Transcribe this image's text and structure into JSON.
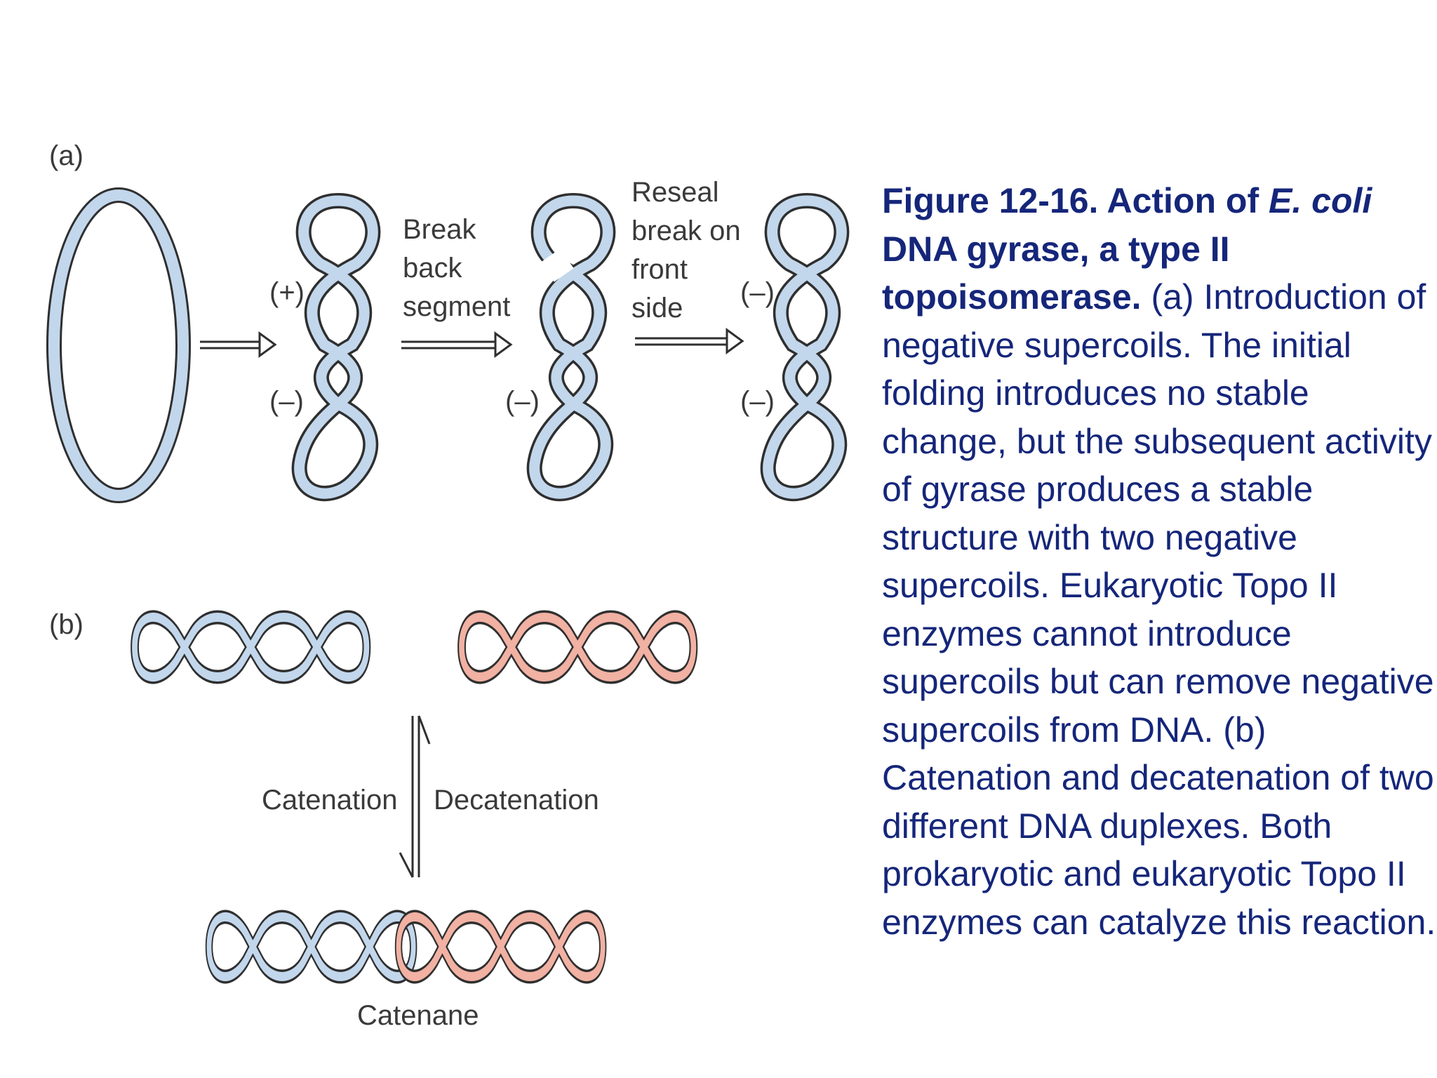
{
  "diagram": {
    "panel_a": {
      "label": "(a)",
      "step1_sign_top": "(+)",
      "step1_sign_bottom": "(–)",
      "step2_label": [
        "Break",
        "back",
        "segment"
      ],
      "step2_sign_bottom": "(–)",
      "step3_label": [
        "Reseal",
        "break on",
        "front",
        "side"
      ],
      "step3_sign_top": "(–)",
      "step3_sign_bottom": "(–)"
    },
    "panel_b": {
      "label": "(b)",
      "left_arrow_label": "Catenation",
      "right_arrow_label": "Decatenation",
      "bottom_label": "Catenane"
    },
    "colors": {
      "blue_strand": "#c2d7ec",
      "red_strand": "#f1b1a3",
      "outline": "#2f2f2f"
    }
  },
  "caption": {
    "bold_part1": "Figure 12-16. Action of ",
    "bold_italic": "E. coli",
    "bold_part2": " DNA gyrase, a type II topoisomerase.",
    "body": " (a) Introduction of negative supercoils. The initial folding introduces no stable change, but the subsequent activity of gyrase produces a stable structure with two negative supercoils. Eukaryotic Topo II enzymes cannot introduce supercoils but can remove negative supercoils from DNA. (b) Catenation and decatenation of two different DNA duplexes. Both prokaryotic and eukaryotic Topo II enzymes can catalyze this reaction."
  }
}
